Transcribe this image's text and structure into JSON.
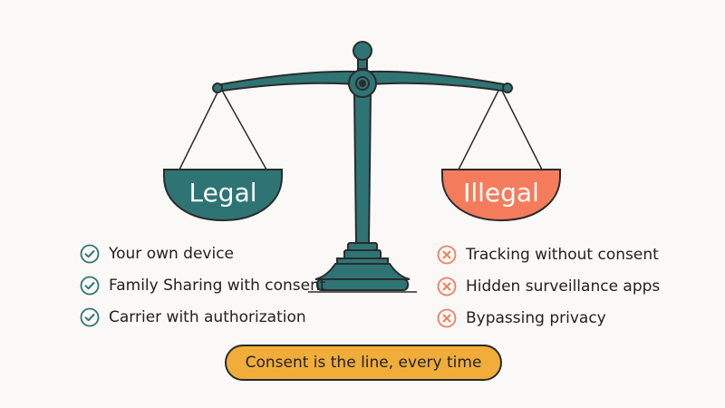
{
  "scale": {
    "left_pan_label": "Legal",
    "right_pan_label": "Illegal"
  },
  "legal_items": [
    "Your own device",
    "Family Sharing with consent",
    "Carrier with authorization"
  ],
  "illegal_items": [
    "Tracking without consent",
    "Hidden surveillance apps",
    "Bypassing privacy"
  ],
  "banner_text": "Consent is the line, every time",
  "icons": {
    "legal": "check-circle-icon",
    "illegal": "x-circle-icon"
  },
  "colors": {
    "background": "#fbf9f7",
    "teal": "#2e7475",
    "coral": "#f47c5c",
    "banner": "#f0ad3a"
  }
}
